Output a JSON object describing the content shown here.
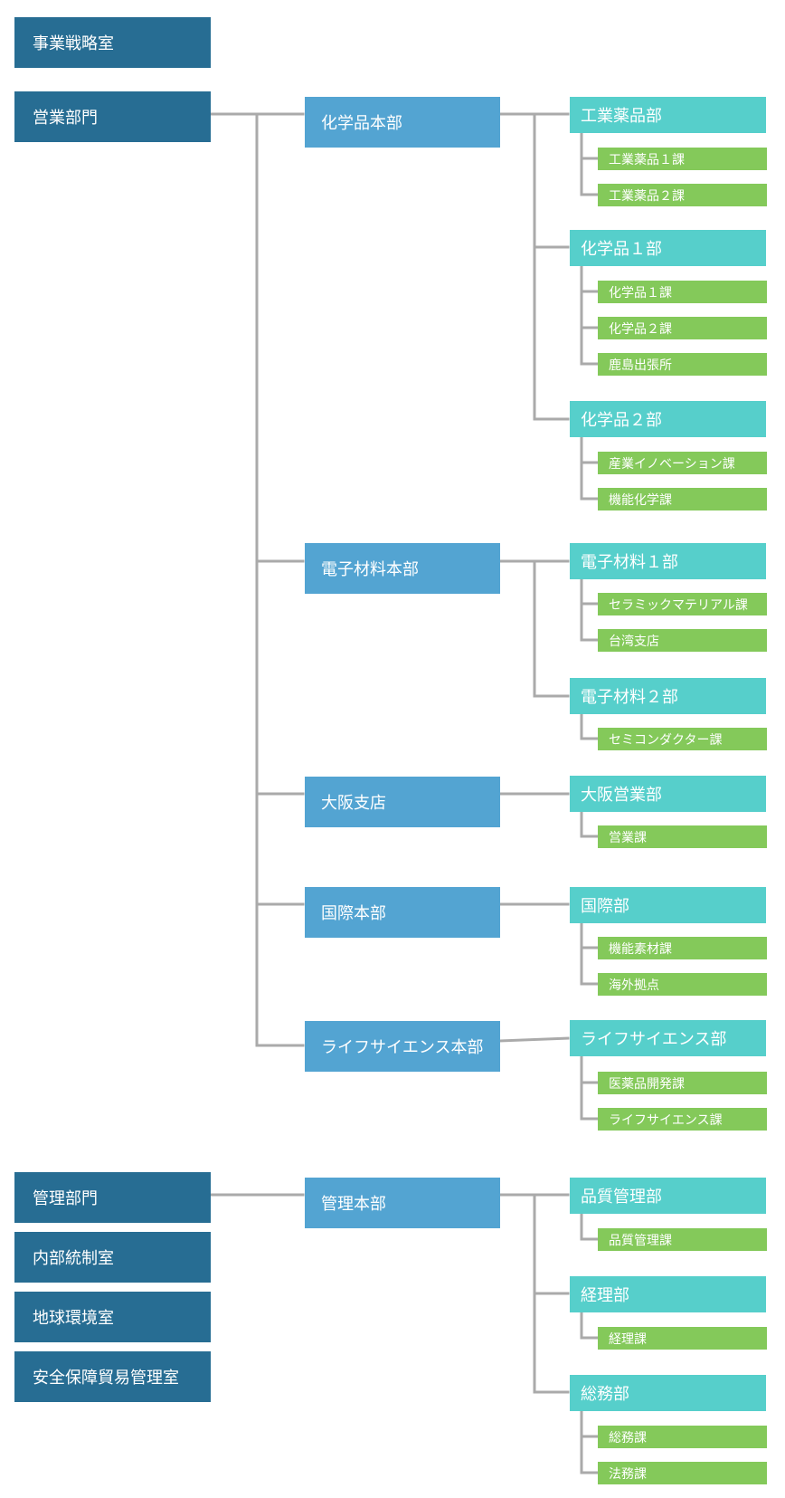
{
  "colors": {
    "level0": "#276d93",
    "level1": "#53a4d2",
    "level2": "#56cfcb",
    "level3": "#84c95a",
    "connector": "#aaaaaa"
  },
  "left_units": {
    "strategy": "事業戦略室",
    "sales": "営業部門",
    "admin": "管理部門",
    "internal_control": "内部統制室",
    "environment": "地球環境室",
    "security_trade": "安全保障貿易管理室"
  },
  "divisions": {
    "chemicals": "化学品本部",
    "electronics": "電子材料本部",
    "osaka": "大阪支店",
    "international": "国際本部",
    "lifescience": "ライフサイエンス本部",
    "management": "管理本部"
  },
  "departments": {
    "industrial_chem": "工業薬品部",
    "chem1": "化学品１部",
    "chem2": "化学品２部",
    "elec1": "電子材料１部",
    "elec2": "電子材料２部",
    "osaka_sales": "大阪営業部",
    "intl": "国際部",
    "ls": "ライフサイエンス部",
    "qa": "品質管理部",
    "accounting": "経理部",
    "general": "総務部"
  },
  "sections": {
    "ic1": "工業薬品１課",
    "ic2": "工業薬品２課",
    "c1_1": "化学品１課",
    "c1_2": "化学品２課",
    "kashima": "鹿島出張所",
    "innovation": "産業イノベーション課",
    "functional_chem": "機能化学課",
    "ceramic": "セラミックマテリアル課",
    "taiwan": "台湾支店",
    "semicon": "セミコンダクター課",
    "osaka_sec": "営業課",
    "functional_mat": "機能素材課",
    "overseas": "海外拠点",
    "pharma": "医薬品開発課",
    "ls_sec": "ライフサイエンス課",
    "qa_sec": "品質管理課",
    "acc_sec": "経理課",
    "gen_sec": "総務課",
    "legal": "法務課"
  }
}
